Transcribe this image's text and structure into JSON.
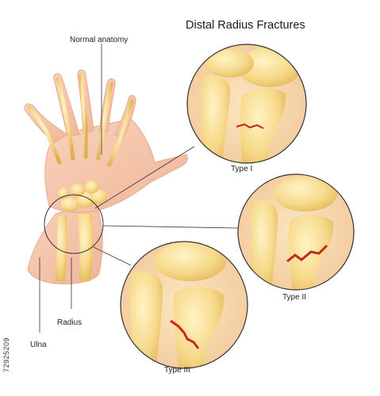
{
  "title": "Distal Radius Fractures",
  "labels": {
    "normal_anatomy": "Normal anatomy",
    "type1": "Type I",
    "type2": "Type II",
    "type3": "Type III",
    "radius": "Radius",
    "ulna": "Ulna"
  },
  "stock_id": "72925209",
  "colors": {
    "skin": "#f6c6ad",
    "skin_shadow": "#e9a98c",
    "bone": "#f6d98a",
    "bone_dark": "#e3b757",
    "fracture": "#c8261d",
    "background_circle": "#f8dfb3",
    "line": "#333333"
  }
}
